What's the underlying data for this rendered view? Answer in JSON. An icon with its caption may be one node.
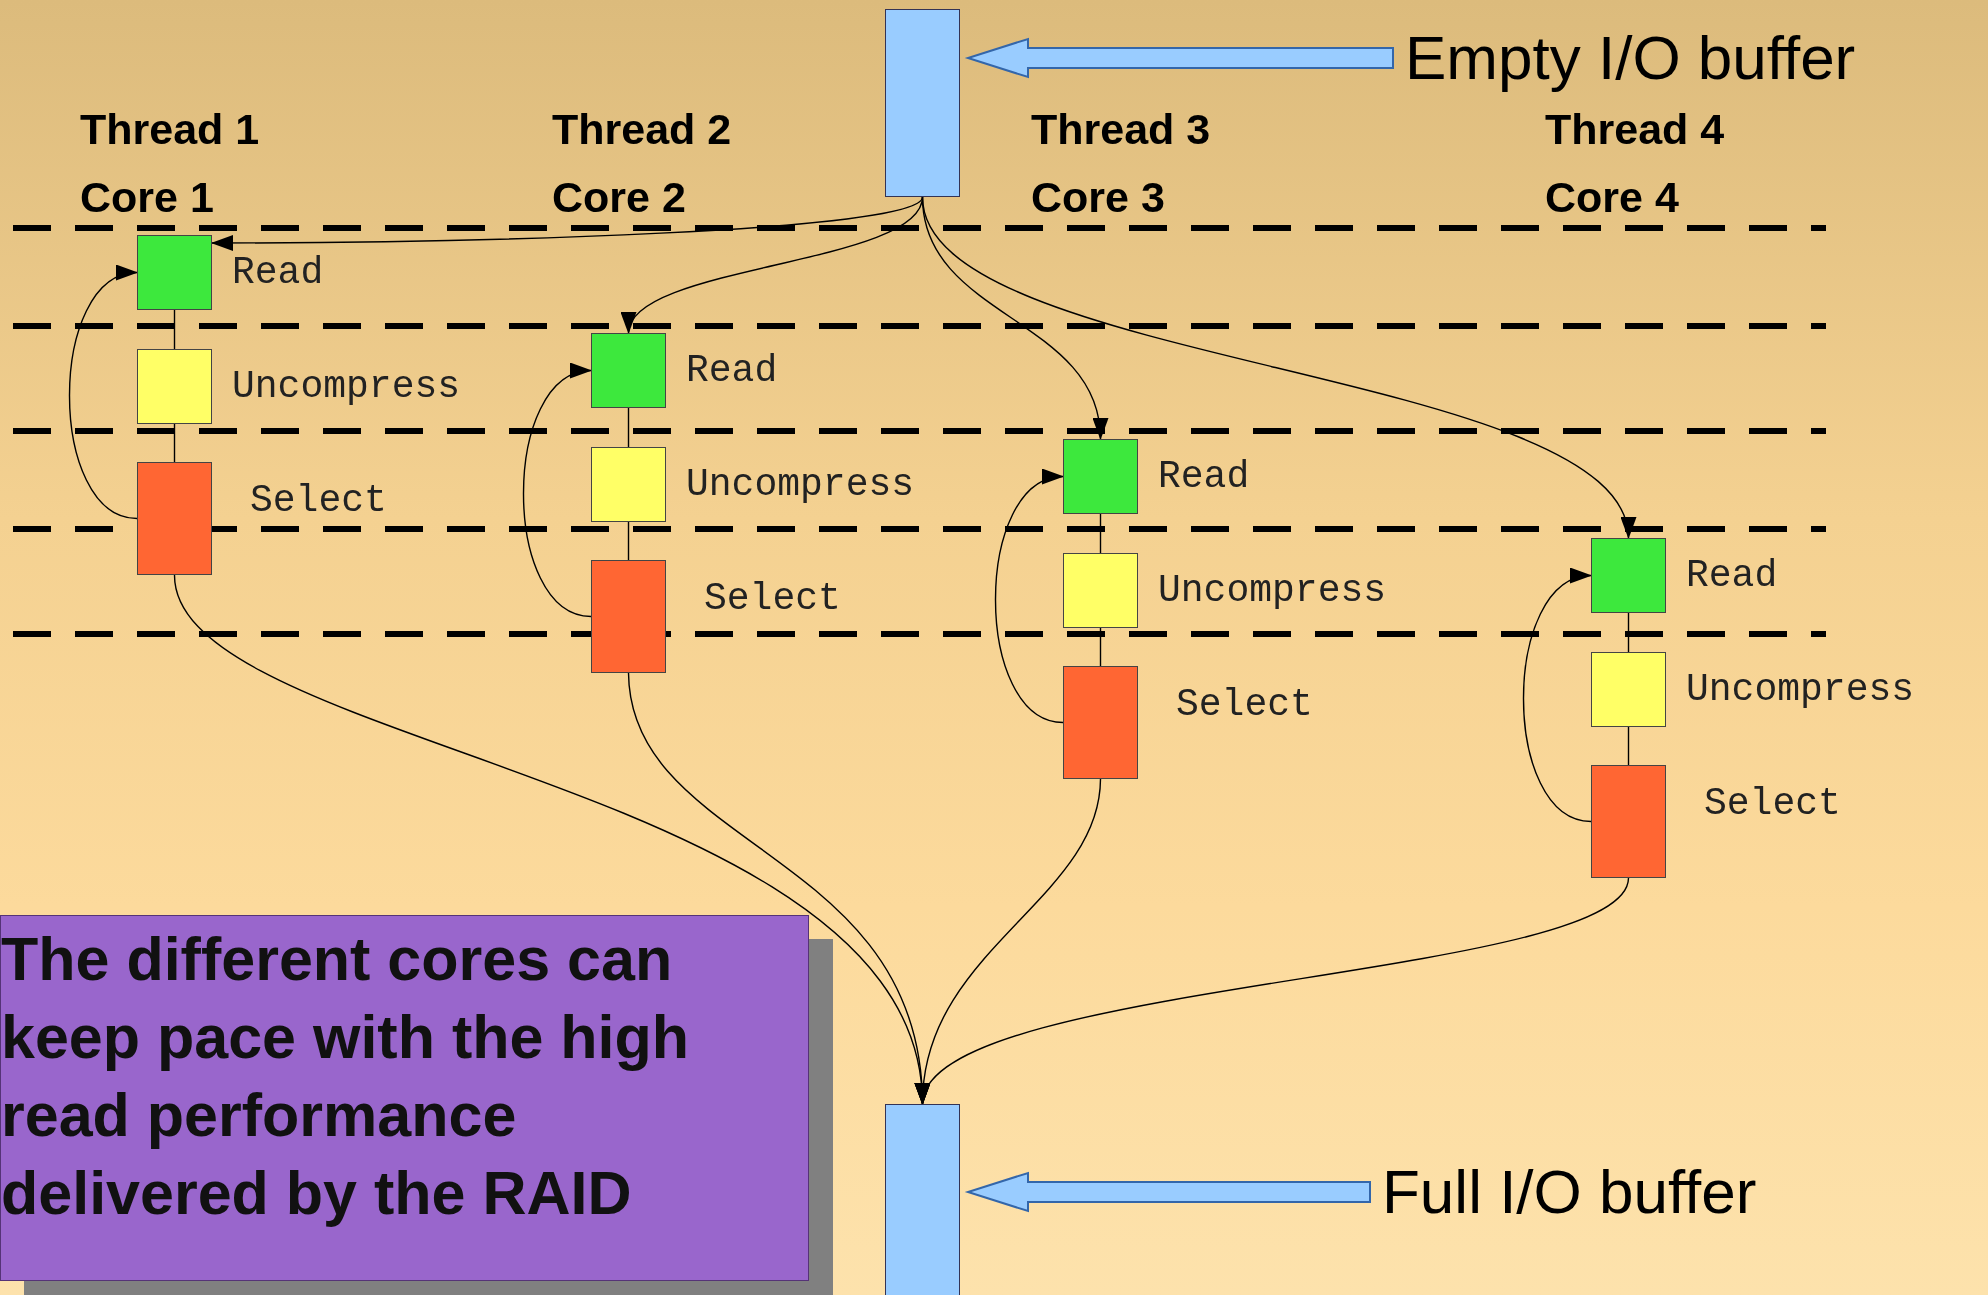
{
  "diagram": {
    "nodes": [
      {
        "text": [],
        "shape": "bar"
      },
      {
        "text": [
          "Empty I/O buffer"
        ]
      },
      {
        "text": [
          "Read"
        ]
      },
      {
        "text": [
          "Uncompress"
        ]
      },
      {
        "text": [
          "Select"
        ]
      },
      {
        "text": [
          "Read"
        ]
      },
      {
        "text": [
          "Uncompress"
        ]
      },
      {
        "text": [
          "Select"
        ]
      },
      {
        "text": [
          "Read"
        ]
      },
      {
        "text": [
          "Uncompress"
        ]
      },
      {
        "text": [
          "Select"
        ]
      },
      {
        "text": [
          "Read"
        ]
      },
      {
        "text": [
          "Uncompress"
        ]
      },
      {
        "text": [
          "Select"
        ]
      },
      {
        "text": [
          "The different cores can keep pace with the high read performance delivered by the RAID"
        ]
      },
      {
        "text": [],
        "shape": "bar"
      },
      {
        "text": [
          "Full I/O buffer"
        ]
      }
    ],
    "edges": [
      {
        "from": 1,
        "to": 0,
        "arrow": "to",
        "style": "thick",
        "color": "#99ccff"
      },
      {
        "from": 0,
        "to": 2,
        "arrow": "to"
      },
      {
        "from": 0,
        "to": 5,
        "arrow": "to"
      },
      {
        "from": 0,
        "to": 8,
        "arrow": "to"
      },
      {
        "from": 0,
        "to": 11,
        "arrow": "to"
      },
      {
        "from": 2,
        "to": 3,
        "arrow": "none"
      },
      {
        "from": 3,
        "to": 4,
        "arrow": "none"
      },
      {
        "from": 5,
        "to": 6,
        "arrow": "none"
      },
      {
        "from": 6,
        "to": 7,
        "arrow": "none"
      },
      {
        "from": 8,
        "to": 9,
        "arrow": "none"
      },
      {
        "from": 9,
        "to": 10,
        "arrow": "none"
      },
      {
        "from": 11,
        "to": 12,
        "arrow": "none"
      },
      {
        "from": 12,
        "to": 13,
        "arrow": "none"
      },
      {
        "from": 4,
        "to": 2,
        "arrow": "to"
      },
      {
        "from": 7,
        "to": 5,
        "arrow": "to"
      },
      {
        "from": 10,
        "to": 8,
        "arrow": "to"
      },
      {
        "from": 13,
        "to": 11,
        "arrow": "to"
      },
      {
        "from": 4,
        "to": 15,
        "arrow": "to"
      },
      {
        "from": 7,
        "to": 15,
        "arrow": "to"
      },
      {
        "from": 10,
        "to": 15,
        "arrow": "to"
      },
      {
        "from": 13,
        "to": 15,
        "arrow": "to"
      },
      {
        "from": 16,
        "to": 15,
        "arrow": "to",
        "style": "thick",
        "color": "#99ccff"
      }
    ],
    "labels": [
      "Thread 1",
      "Thread 2",
      "Thread 3",
      "Thread 4",
      "Core 1",
      "Core 2",
      "Core 3",
      "Core 4"
    ]
  }
}
